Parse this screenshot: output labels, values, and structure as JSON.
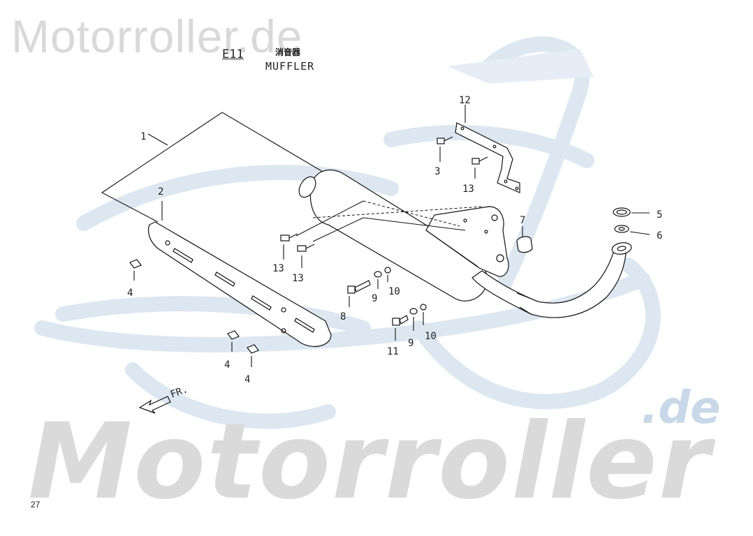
{
  "watermark": {
    "top_text": "Motorroller.de",
    "big_text": "Motorroller",
    "suffix_text": ".de"
  },
  "header": {
    "section_code": "E11",
    "title_cn": "消音器",
    "title": "MUFFLER"
  },
  "direction_label": "FR.",
  "page_number": "27",
  "callouts": [
    "1",
    "2",
    "3",
    "4",
    "4",
    "4",
    "5",
    "6",
    "7",
    "8",
    "9",
    "9",
    "10",
    "10",
    "11",
    "12",
    "13",
    "13",
    "13"
  ],
  "colors": {
    "line_art": "#111111",
    "watermark_gray": "#d9d9d9",
    "watermark_blue": "#c9d8e8"
  }
}
